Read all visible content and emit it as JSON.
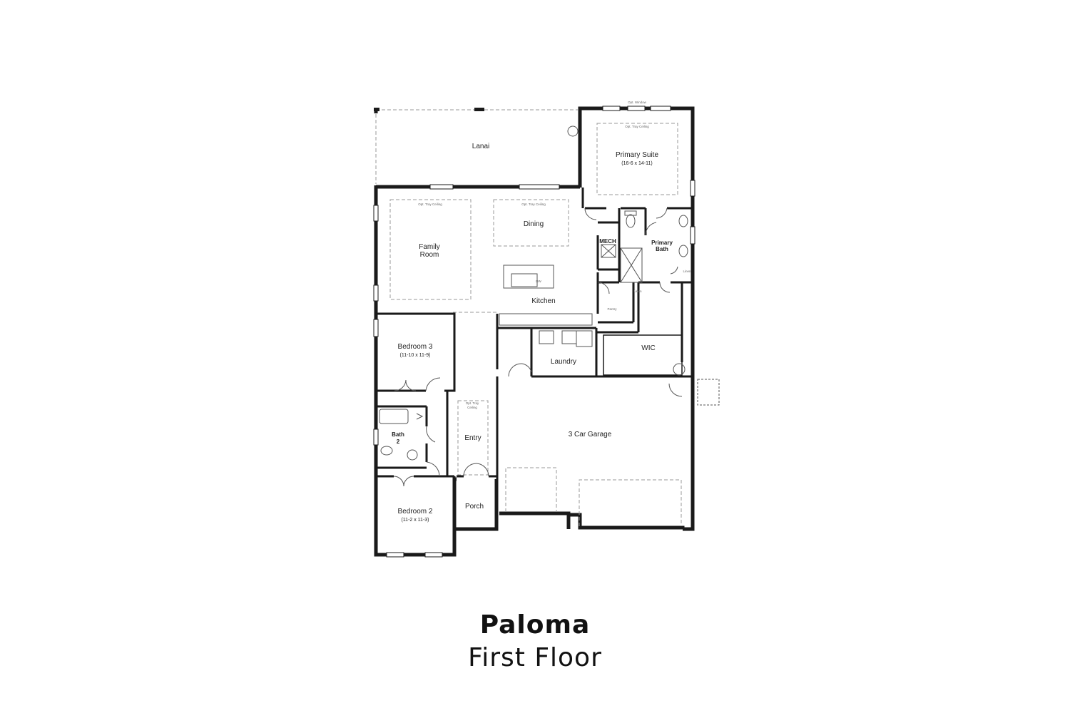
{
  "plan": {
    "name": "Paloma",
    "floor": "First Floor"
  },
  "rooms": {
    "lanai": "Lanai",
    "primary_suite": "Primary Suite",
    "primary_suite_dim": "(16-6 x 14-11)",
    "family_room_1": "Family",
    "family_room_2": "Room",
    "dining": "Dining",
    "kitchen": "Kitchen",
    "mech": "MECH",
    "primary_bath_1": "Primary",
    "primary_bath_2": "Bath",
    "wic": "WIC",
    "laundry": "Laundry",
    "bedroom3": "Bedroom 3",
    "bedroom3_dim": "(11-10 x 11-9)",
    "bath2_1": "Bath",
    "bath2_2": "2",
    "entry": "Entry",
    "garage": "3 Car Garage",
    "porch": "Porch",
    "bedroom2": "Bedroom 2",
    "bedroom2_dim": "(11-2 x 11-3)"
  },
  "notes": {
    "opt_tray_ceiling": "Opt. Tray Ceiling",
    "opt_window": "Opt. Window",
    "pantry": "Pantry",
    "linen": "Linen",
    "dw": "DW",
    "opt_tray_entry_1": "Opt. Tray",
    "opt_tray_entry_2": "Ceiling"
  },
  "colors": {
    "wall": "#1a1a1a",
    "dashed": "#999999",
    "fixture": "#555555"
  }
}
